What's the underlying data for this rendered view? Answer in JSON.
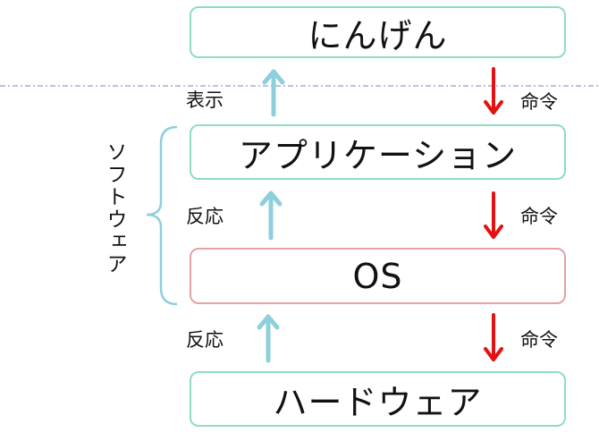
{
  "layers": {
    "human": "にんげん",
    "application": "アプリケーション",
    "os": "OS",
    "hardware": "ハードウェア"
  },
  "labels": {
    "display": "表示",
    "reaction_1": "反応",
    "reaction_2": "反応",
    "command_1": "命令",
    "command_2": "命令",
    "command_3": "命令"
  },
  "bracket_label": "ソフトウェア",
  "colors": {
    "layer_border": "#8fdcc0",
    "os_border": "#e3a3a6",
    "up_arrow": "#8ecfdc",
    "down_arrow": "#e31212",
    "bracket": "#8ecfdc",
    "dashed_line": "#9999cc"
  }
}
